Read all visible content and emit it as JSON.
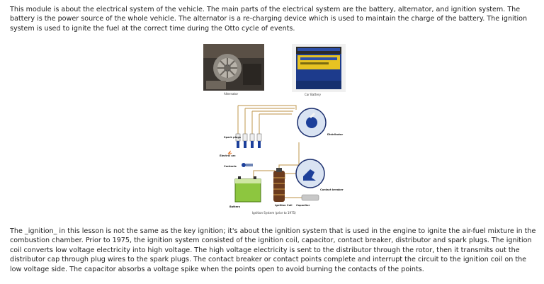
{
  "intro_text": "This module is about the electrical system of the vehicle. The main parts of the electrical system are the battery, alternator, and ignition system. The battery is the power source of the whole vehicle. The alternator is a re-charging device which is used to maintain the charge of the battery. The ignition system is used to ignite the fuel at the correct time during the Otto cycle of events.",
  "figures": {
    "alternator_caption": "Alternator",
    "battery_caption": "Car Battery",
    "diagram": {
      "caption": "Ignition System (prior to 1975)",
      "labels": {
        "spark_plugs": "Spark plugs",
        "distributor": "Distributor",
        "electric_arc": "Electric arc",
        "contacts": "Contacts",
        "contact_breaker": "Contact breaker",
        "capacitor": "Capacitor",
        "ignition_coil": "Ignition Coil",
        "battery": "Battery"
      }
    }
  },
  "body_text": "The _ignition_ in this lesson is not the same as the key ignition; it's about the ignition system that is used in the engine to ignite the air-fuel mixture in the combustion chamber. Prior to 1975, the ignition system consisted of the ignition coil, capacitor, contact breaker, distributor and spark plugs. The ignition coil converts low voltage electricity into high voltage. The high voltage electricity is sent to the distributor through the rotor, then it transmits out the distributor cap through plug wires to the spark plugs. The contact breaker or contact points complete and interrupt the circuit to the ignition coil on the low voltage side. The capacitor absorbs a voltage spike when the points open to avoid burning the contacts of the points."
}
